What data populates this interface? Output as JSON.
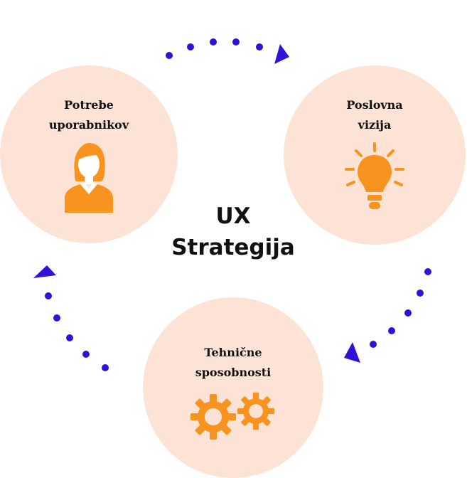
{
  "title": "UX\nStrategija",
  "nodes": [
    {
      "label": "Potrebe\nuporabnikov",
      "icon": "user-woman-icon"
    },
    {
      "label": "Poslovna\nvizija",
      "icon": "lightbulb-icon"
    },
    {
      "label": "Tehnične\nsposobnosti",
      "icon": "gears-icon"
    }
  ],
  "colors": {
    "circle_fill": "#fde3d6",
    "icon_orange": "#f7931e",
    "arrow_dots": "#2d13d6",
    "text": "#111111"
  }
}
